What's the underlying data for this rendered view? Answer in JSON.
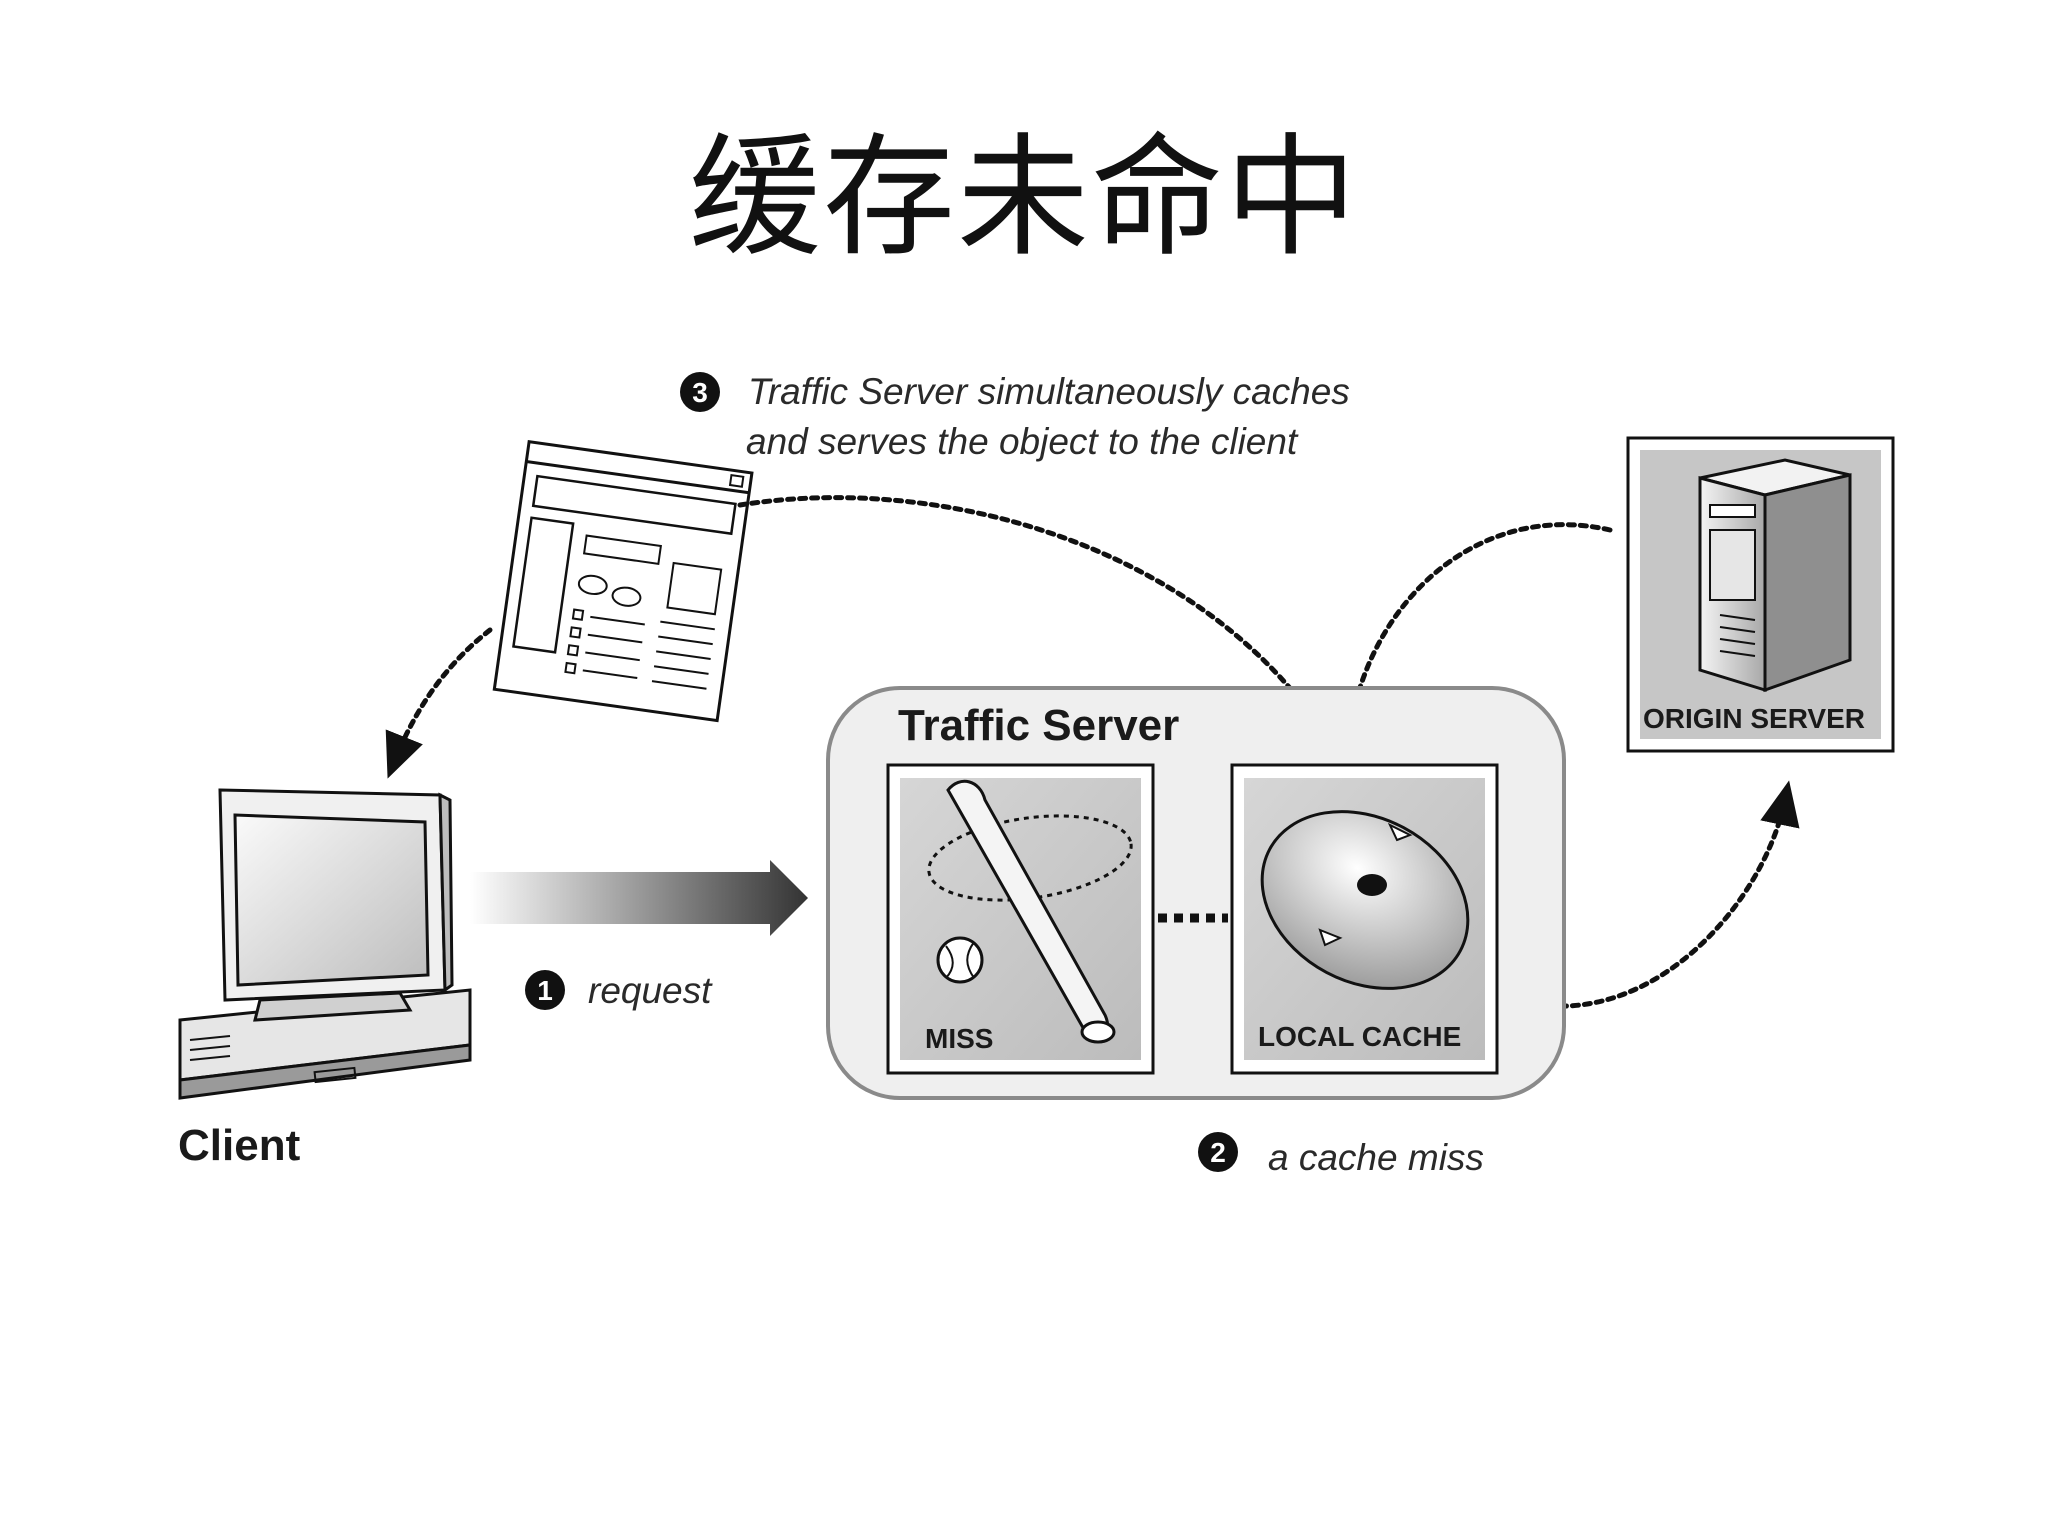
{
  "title": "缓存未命中",
  "steps": [
    {
      "number": "1",
      "text": "request"
    },
    {
      "number": "2",
      "text": "a cache miss"
    },
    {
      "number": "3",
      "line1": "Traffic Server simultaneously caches",
      "line2": "and serves the object to the client"
    }
  ],
  "nodes": {
    "client": "Client",
    "traffic_server": "Traffic Server",
    "miss": "MISS",
    "local_cache": "LOCAL CACHE",
    "origin_server": "ORIGIN SERVER"
  },
  "icons": [
    "computer-icon",
    "web-page-icon",
    "baseball-bat-icon",
    "baseball-icon",
    "disk-icon",
    "server-tower-icon"
  ]
}
